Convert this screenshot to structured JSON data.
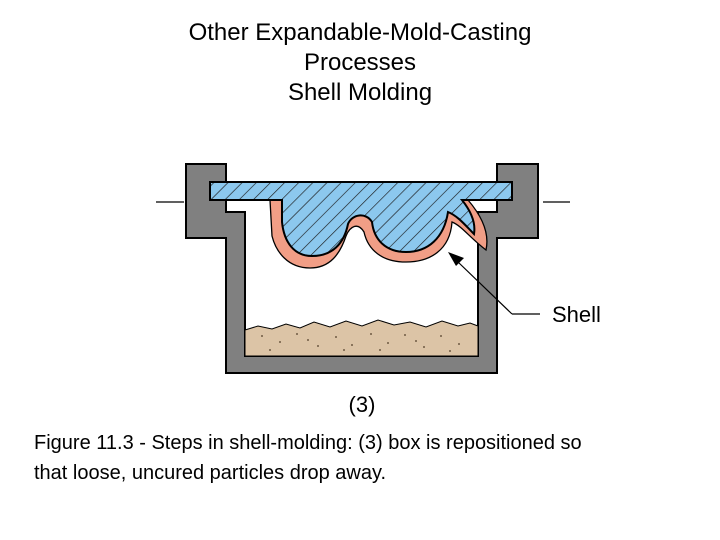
{
  "title": {
    "line1": "Other Expandable-Mold-Casting",
    "line2": "Processes",
    "line3": "Shell Molding"
  },
  "diagram": {
    "shell_label": "Shell",
    "step_label": "(3)",
    "colors": {
      "box": "#808080",
      "pattern": "#8cc8ee",
      "shell": "#f19e86",
      "sand": "#dcc4a6",
      "outline": "#000000"
    }
  },
  "caption": {
    "line1": "Figure 11.3 ‑ Steps in shell‑molding: (3) box is repositioned so",
    "line2": "that loose, uncured particles drop away."
  }
}
